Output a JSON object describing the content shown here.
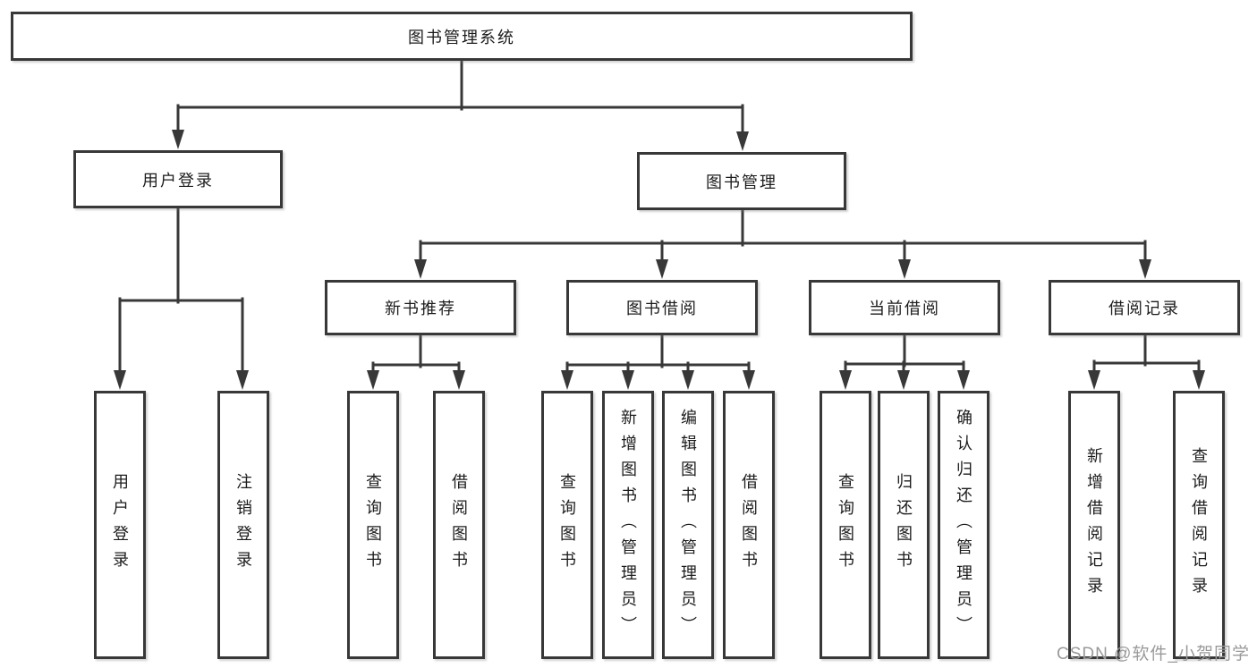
{
  "tree": {
    "root": {
      "label": "图书管理系统"
    },
    "branches": [
      {
        "label": "用户登录",
        "children": [
          {
            "label": "用户登录"
          },
          {
            "label": "注销登录"
          }
        ]
      },
      {
        "label": "图书管理",
        "children": [
          {
            "label": "新书推荐",
            "children": [
              {
                "label": "查询图书"
              },
              {
                "label": "借阅图书"
              }
            ]
          },
          {
            "label": "图书借阅",
            "children": [
              {
                "label": "查询图书"
              },
              {
                "label": "新增图书（管理员）"
              },
              {
                "label": "编辑图书（管理员）"
              },
              {
                "label": "借阅图书"
              }
            ]
          },
          {
            "label": "当前借阅",
            "children": [
              {
                "label": "查询图书"
              },
              {
                "label": "归还图书"
              },
              {
                "label": "确认归还（管理员）"
              }
            ]
          },
          {
            "label": "借阅记录",
            "children": [
              {
                "label": "新增借阅记录"
              },
              {
                "label": "查询借阅记录"
              }
            ]
          }
        ]
      }
    ]
  },
  "watermark": {
    "text": "CSDN @软件_小贺同学"
  },
  "colors": {
    "line": "#383838",
    "box_border": "#383838",
    "text": "#1c1c1c",
    "watermark": "#9a9a9a",
    "background": "#ffffff"
  }
}
